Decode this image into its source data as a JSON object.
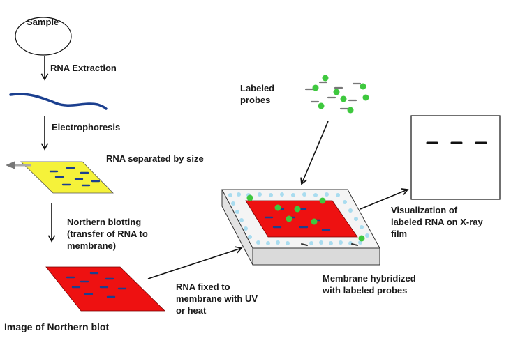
{
  "steps": {
    "sample": "Sample",
    "rna_extraction": "RNA Extraction",
    "electrophoresis": "Electrophoresis",
    "rna_separated": "RNA separated by size",
    "northern_blotting": [
      "Northern blotting",
      "(transfer of RNA to",
      "membrane)"
    ],
    "rna_fixed": [
      "RNA fixed to",
      "membrane with UV",
      "or heat"
    ],
    "labeled_probes": [
      "Labeled",
      "probes"
    ],
    "membrane_hybridized": [
      "Membrane hybridized",
      "with labeled probes"
    ],
    "visualization": [
      "Visualization of",
      "labeled RNA on X-ray",
      "film"
    ]
  },
  "caption": "Image of Northern blot",
  "colors": {
    "gel": "#f5f23a",
    "membrane": "#ee1111",
    "band": "#1b3f8f",
    "probe": "#3ec83e",
    "buffer": "#a9dcef",
    "rna_strand": "#1b3f8f",
    "arrow": "#111111"
  }
}
